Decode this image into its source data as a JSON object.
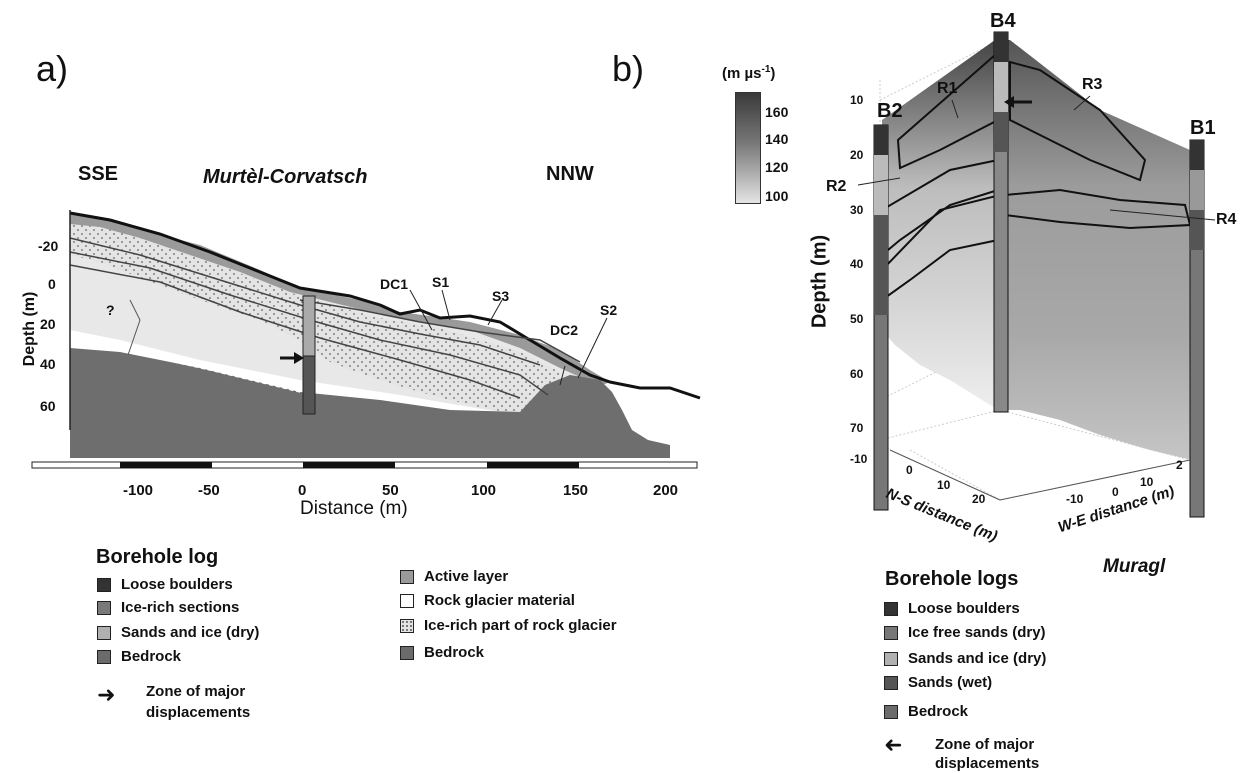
{
  "panel_a": {
    "label": "a)",
    "left_dir": "SSE",
    "title": "Murtèl-Corvatsch",
    "right_dir": "NNW",
    "ylabel": "Depth (m)",
    "yticks": [
      "-20",
      "0",
      "20",
      "40",
      "60"
    ],
    "xlabel": "Distance (m)",
    "xticks": [
      "-100",
      "-50",
      "0",
      "50",
      "100",
      "150",
      "200"
    ],
    "annotations": [
      "DC1",
      "S1",
      "S3",
      "DC2",
      "S2",
      "?"
    ],
    "legend": {
      "title": "Borehole log",
      "items": [
        "Loose boulders",
        "Ice-rich sections",
        "Sands and ice (dry)",
        "Bedrock"
      ],
      "arrow_text_1": "Zone of major",
      "arrow_text_2": "displacements",
      "items2": [
        "Active layer",
        "Rock glacier material",
        "Ice-rich part of rock glacier",
        "Bedrock"
      ]
    }
  },
  "panel_b": {
    "label": "b)",
    "colorbar_unit": "(m µs",
    "colorbar_unit_sup": "-1",
    "colorbar_unit_close": ")",
    "colorbar_ticks": [
      "160",
      "140",
      "120",
      "100"
    ],
    "boreholes": [
      "B4",
      "B2",
      "B1"
    ],
    "regions": [
      "R1",
      "R3",
      "R2",
      "R4"
    ],
    "ylabel": "Depth (m)",
    "depth_ticks": [
      "10",
      "20",
      "30",
      "40",
      "50",
      "60",
      "70"
    ],
    "ns_label": "N-S distance (m)",
    "ns_ticks": [
      "-10",
      "0",
      "10",
      "20"
    ],
    "we_label": "W-E distance (m)",
    "we_ticks": [
      "-10",
      "0",
      "10",
      "2"
    ],
    "site": "Muragl",
    "legend": {
      "title": "Borehole logs",
      "items": [
        "Loose boulders",
        "Ice free sands (dry)",
        "Sands and ice (dry)",
        "Sands (wet)",
        "Bedrock"
      ],
      "arrow_text_1": "Zone of major",
      "arrow_text_2": "displacements"
    }
  },
  "colors": {
    "bedrock": "#6b6b6b",
    "active_layer": "#9a9a9a",
    "rock_glacier": "#e6e6e6",
    "ice_rich": "#d8d8d8",
    "loose_boulders": "#333333",
    "ice_rich_sections": "#7a7a7a",
    "sands_ice": "#b0b0b0",
    "sands_wet": "#555555",
    "ice_free_sands": "#777777"
  }
}
